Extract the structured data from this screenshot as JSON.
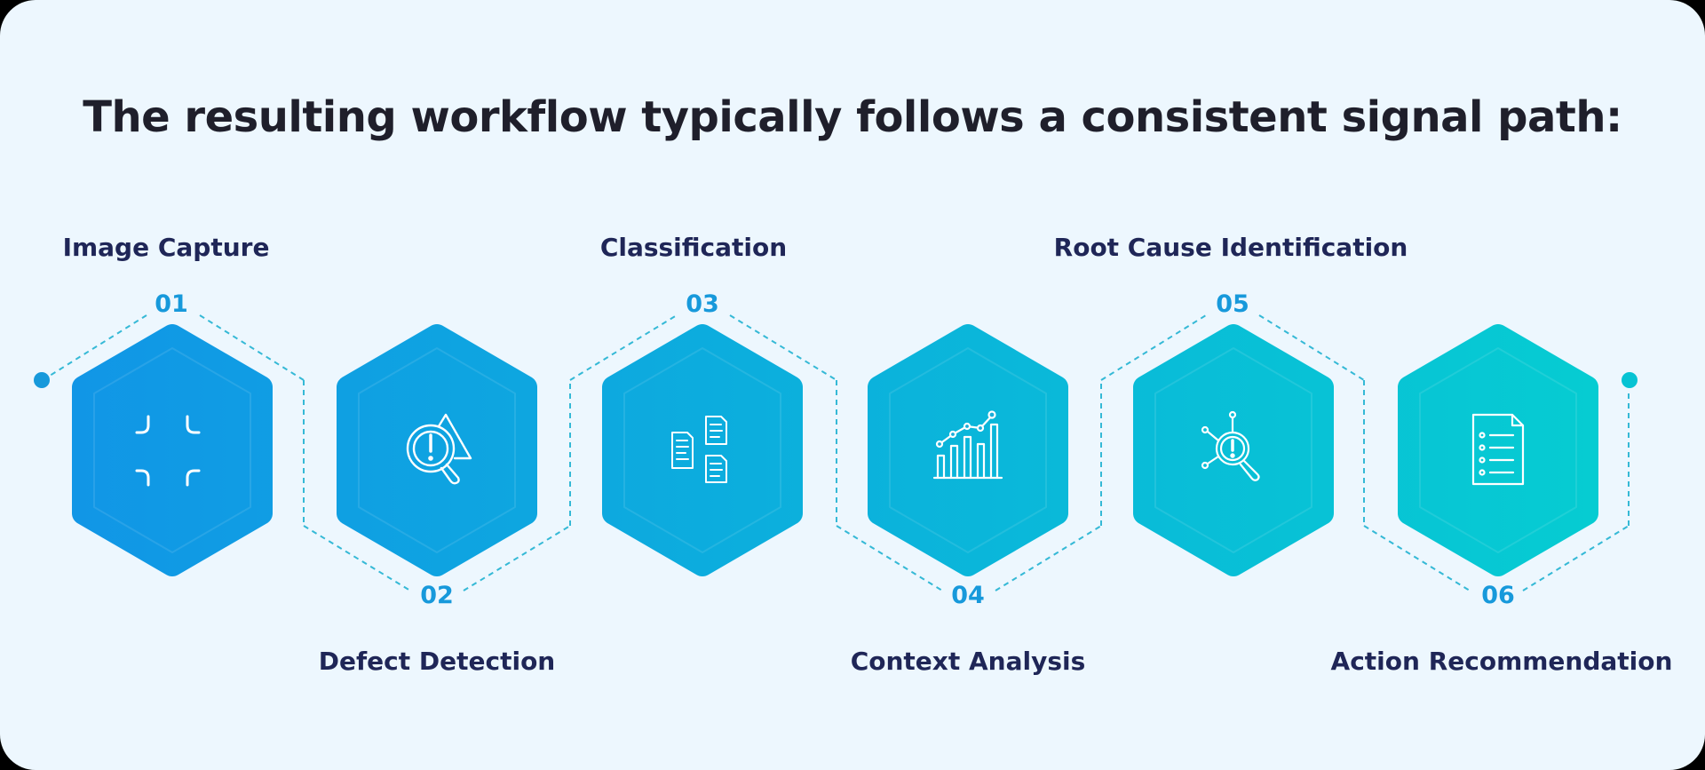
{
  "title": "The resulting workflow typically follows a consistent signal path:",
  "steps": [
    {
      "number": "01",
      "label": "Image Capture",
      "icon": "scan-frame-icon"
    },
    {
      "number": "02",
      "label": "Defect Detection",
      "icon": "warning-magnifier-icon"
    },
    {
      "number": "03",
      "label": "Classification",
      "icon": "documents-icon"
    },
    {
      "number": "04",
      "label": "Context Analysis",
      "icon": "bar-chart-trend-icon"
    },
    {
      "number": "05",
      "label": "Root Cause Identification",
      "icon": "network-search-icon"
    },
    {
      "number": "06",
      "label": "Action Recommendation",
      "icon": "checklist-document-icon"
    }
  ],
  "colors": {
    "background": "#edf7fe",
    "title": "#1f1f2b",
    "label": "#1f2657",
    "number": "#1799db",
    "hex_start": "#1196e6",
    "hex_end": "#06ccd2",
    "dashed_line": "#35b9d6"
  }
}
